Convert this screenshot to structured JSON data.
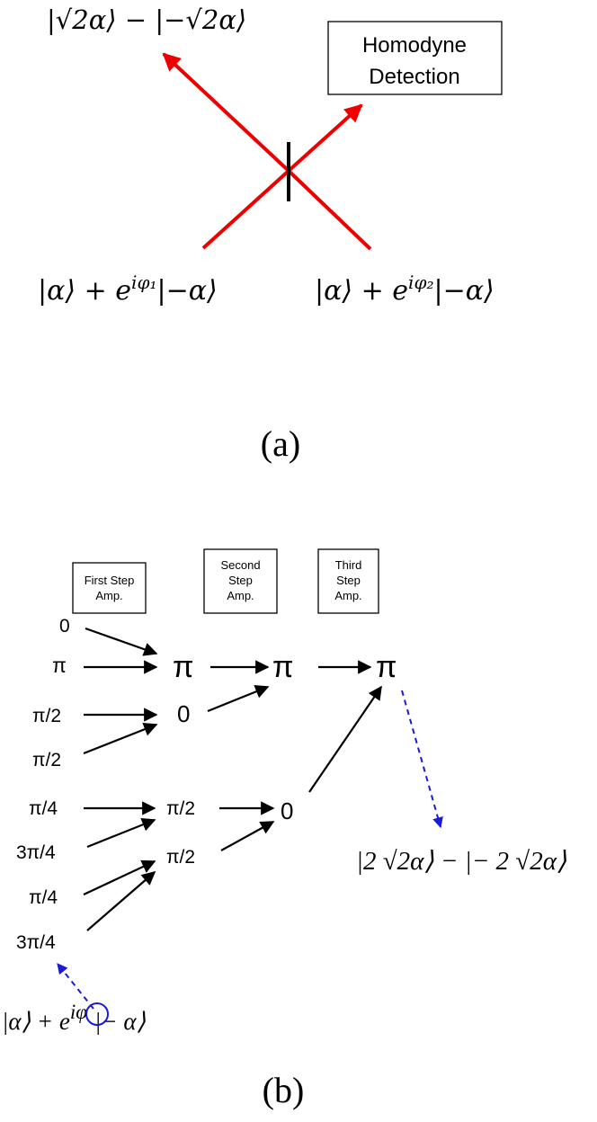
{
  "colors": {
    "beam": "#ee0000",
    "arrow": "#000000",
    "dashed": "#1a1ad8",
    "state_text": "#ee0000",
    "circle": "#1a1ad8"
  },
  "panel_a": {
    "output_state": "|√2α⟩ − |−√2α⟩",
    "detector": {
      "line1": "Homodyne",
      "line2": "Detection"
    },
    "input_state_1": "|α⟩ + e",
    "input_state_1_exp": "iφ₁",
    "input_state_1_tail": "|−α⟩",
    "input_state_2": "|α⟩ + e",
    "input_state_2_exp": "iφ₂",
    "input_state_2_tail": "|−α⟩",
    "caption": "(a)"
  },
  "panel_b": {
    "step_boxes": [
      {
        "line1": "First Step",
        "line2": "Amp."
      },
      {
        "line1": "Second",
        "line2": "Step",
        "line3": "Amp."
      },
      {
        "line1": "Third",
        "line2": "Step",
        "line3": "Amp."
      }
    ],
    "input_phases": [
      "0",
      "π",
      "π/2",
      "π/2",
      "π/4",
      "3π/4",
      "π/4",
      "3π/4"
    ],
    "stage1_outputs": [
      "π",
      "0",
      "π/2",
      "π/2"
    ],
    "stage2_outputs": [
      "π",
      "0"
    ],
    "final_output": "π",
    "result_state": "|2 √2α⟩ − |− 2 √2α⟩",
    "input_state_prefix": "|α⟩ + e",
    "input_state_exp": "iφ",
    "input_state_suffix": "|− α⟩",
    "caption": "(b)"
  }
}
